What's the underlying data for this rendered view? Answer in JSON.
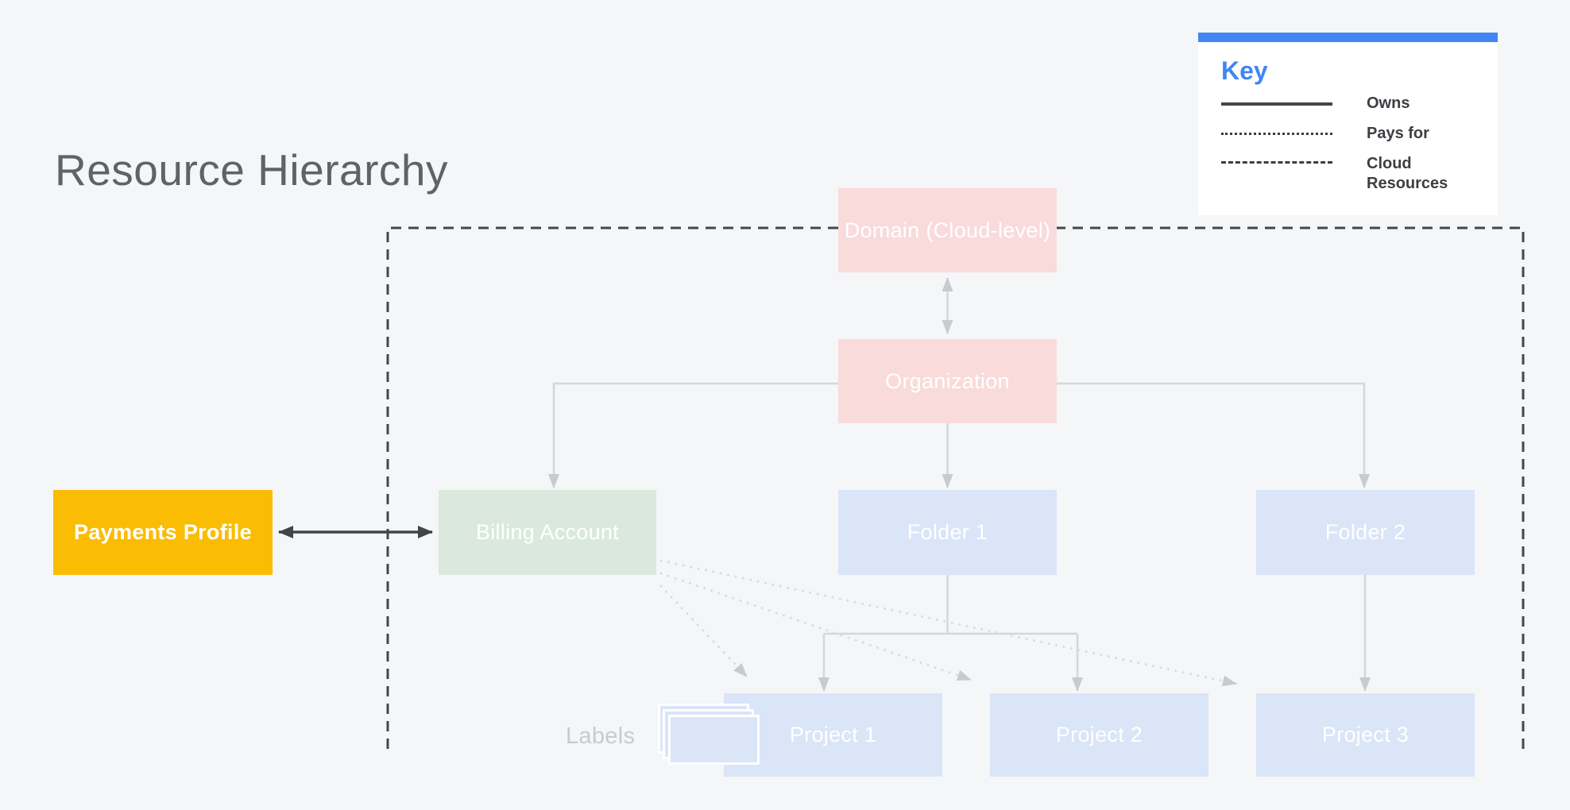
{
  "title": "Resource Hierarchy",
  "legend": {
    "title": "Key",
    "items": [
      {
        "style": "solid",
        "label": "Owns"
      },
      {
        "style": "dotted",
        "label": "Pays for"
      },
      {
        "style": "dashed",
        "label": "Cloud Resources"
      }
    ]
  },
  "nodes": {
    "payments_profile": {
      "label": "Payments Profile",
      "color": "#FBBC04"
    },
    "billing_account": {
      "label": "Billing Account",
      "color": "#DBE9DD"
    },
    "domain": {
      "label": "Domain (Cloud-level)",
      "color": "#F9DBDB"
    },
    "organization": {
      "label": "Organization",
      "color": "#F9DBDB"
    },
    "folder_1": {
      "label": "Folder 1",
      "color": "#DAE5F7"
    },
    "folder_2": {
      "label": "Folder 2",
      "color": "#DAE5F7"
    },
    "project_1": {
      "label": "Project 1",
      "color": "#DAE5F7"
    },
    "project_2": {
      "label": "Project 2",
      "color": "#DAE5F7"
    },
    "project_3": {
      "label": "Project 3",
      "color": "#DAE5F7"
    }
  },
  "labels_caption": "Labels",
  "colors": {
    "background": "#F4F6F8",
    "accent_blue": "#4285F4",
    "node_text": "#FFFFFF",
    "title_text": "#5F6368",
    "legend_text": "#3B3F43",
    "caption_text": "#C7CBD0",
    "connector": "#D4D7DA",
    "arrowhead": "#C7CACE",
    "dark_line": "#414549",
    "enclosure_dash": "#43474B"
  }
}
